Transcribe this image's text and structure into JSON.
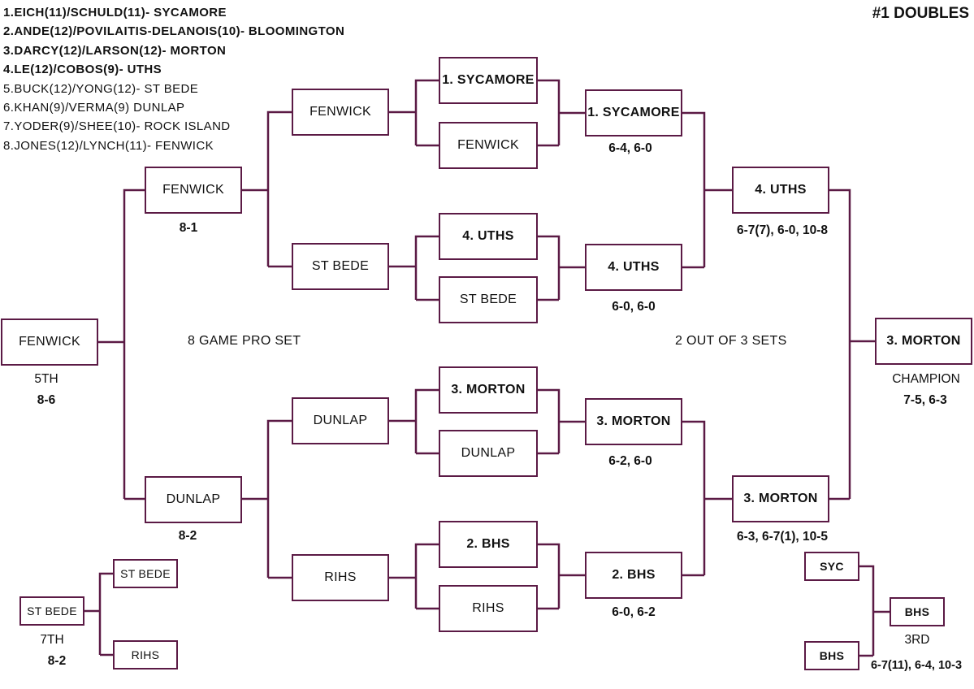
{
  "title": "#1 DOUBLES",
  "seeds": [
    {
      "num": "1.",
      "text": "EICH(11)/SCHULD(11)- SYCAMORE",
      "bold": true
    },
    {
      "num": "2.",
      "text": "ANDE(12)/POVILAITIS-DELANOIS(10)- BLOOMINGTON",
      "bold": true
    },
    {
      "num": "3.",
      "text": "DARCY(12)/LARSON(12)- MORTON",
      "bold": true
    },
    {
      "num": "4.",
      "text": "LE(12)/COBOS(9)- UTHS",
      "bold": true
    },
    {
      "num": "5.",
      "text": "BUCK(12)/YONG(12)- ST BEDE",
      "bold": false
    },
    {
      "num": "6.",
      "text": "KHAN(9)/VERMA(9) DUNLAP",
      "bold": false
    },
    {
      "num": "7.",
      "text": "YODER(9)/SHEE(10)- ROCK ISLAND",
      "bold": false
    },
    {
      "num": "8.",
      "text": "JONES(12)/LYNCH(11)- FENWICK",
      "bold": false
    }
  ],
  "notes": {
    "consolation_format": "8 GAME PRO SET",
    "main_format": "2 OUT OF 3 SETS"
  },
  "main_draw": {
    "round1": [
      "1. SYCAMORE",
      "FENWICK",
      "4. UTHS",
      "ST BEDE",
      "3. MORTON",
      "DUNLAP",
      "2. BHS",
      "RIHS"
    ],
    "quarterfinals": [
      {
        "team": "1. SYCAMORE",
        "score": "6-4, 6-0"
      },
      {
        "team": "4. UTHS",
        "score": "6-0, 6-0"
      },
      {
        "team": "3. MORTON",
        "score": "6-2, 6-0"
      },
      {
        "team": "2. BHS",
        "score": "6-0, 6-2"
      }
    ],
    "semifinals": [
      {
        "team": "4. UTHS",
        "score": "6-7(7), 6-0, 10-8"
      },
      {
        "team": "3. MORTON",
        "score": "6-3, 6-7(1), 10-5"
      }
    ],
    "champion": {
      "team": "3. MORTON",
      "label": "CHAMPION",
      "score": "7-5, 6-3"
    }
  },
  "consolation": {
    "round1": [
      "FENWICK",
      "ST BEDE",
      "DUNLAP",
      "RIHS"
    ],
    "semifinals": [
      {
        "team": "FENWICK",
        "score": "8-1"
      },
      {
        "team": "DUNLAP",
        "score": "8-2"
      }
    ],
    "fifth": {
      "team": "FENWICK",
      "label": "5TH",
      "score": "8-6"
    }
  },
  "seventh": {
    "top": "ST BEDE",
    "bottom": "RIHS",
    "winner": "ST BEDE",
    "label": "7TH",
    "score": "8-2"
  },
  "third": {
    "top": "SYC",
    "bottom": "BHS",
    "winner": "BHS",
    "label": "3RD",
    "score": "6-7(11), 6-4, 10-3"
  },
  "colors": {
    "line": "#5b1a45",
    "box_border": "#5b1a45",
    "text": "#111111"
  }
}
